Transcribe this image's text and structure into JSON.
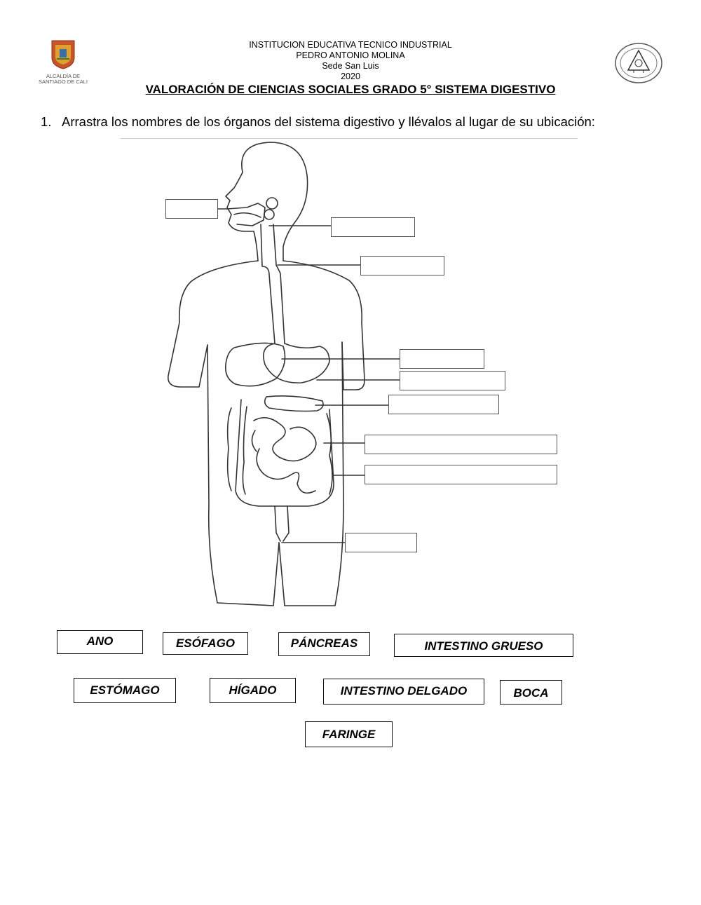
{
  "header": {
    "school_line1": "INSTITUCION EDUCATIVA TECNICO INDUSTRIAL",
    "school_line2": "PEDRO ANTONIO MOLINA",
    "school_line3": "Sede San Luis",
    "year": "2020",
    "left_logo_caption_1": "ALCALDÍA DE",
    "left_logo_caption_2": "SANTIAGO DE CALI"
  },
  "title": "VALORACIÓN DE CIENCIAS SOCIALES GRADO 5° SISTEMA DIGESTIVO",
  "instruction": {
    "number": "1.",
    "text": "Arrastra los nombres de los órganos del sistema digestivo y llévalos al lugar de su ubicación:"
  },
  "word_bank": [
    {
      "id": "ano",
      "label": "ANO"
    },
    {
      "id": "esofago",
      "label": "ESÓFAGO"
    },
    {
      "id": "pancreas",
      "label": "PÁNCREAS"
    },
    {
      "id": "intestino-grueso",
      "label": "INTESTINO GRUESO"
    },
    {
      "id": "estomago",
      "label": "ESTÓMAGO"
    },
    {
      "id": "higado",
      "label": "HÍGADO"
    },
    {
      "id": "intestino-delgado",
      "label": "INTESTINO DELGADO"
    },
    {
      "id": "boca",
      "label": "BOCA"
    },
    {
      "id": "faringe",
      "label": "FARINGE"
    }
  ],
  "colors": {
    "logo_left": "#c8552a",
    "logo_left_accent": "#e0a030",
    "line": "#555555"
  }
}
